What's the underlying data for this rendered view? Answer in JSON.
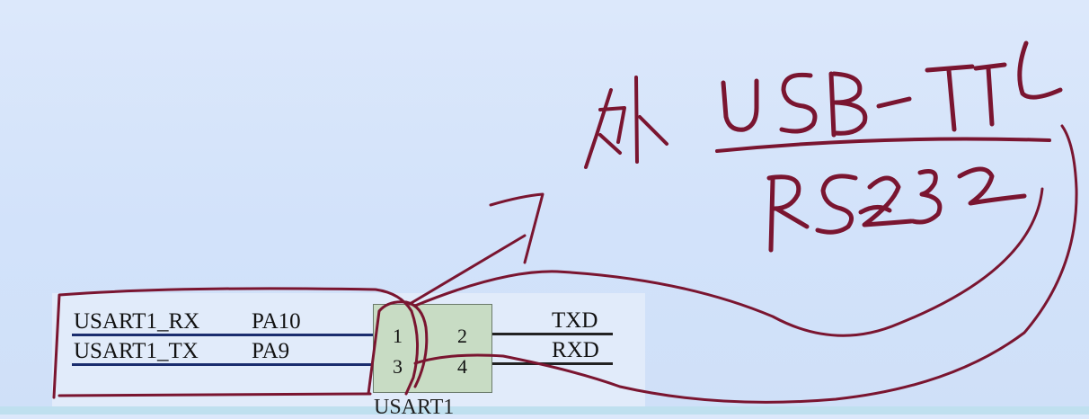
{
  "schematic": {
    "rows": [
      {
        "signal": "USART1_RX",
        "pin_name": "PA10",
        "remote": "TXD"
      },
      {
        "signal": "USART1_TX",
        "pin_name": "PA9",
        "remote": "RXD"
      }
    ],
    "connector": {
      "name": "USART1",
      "pins": [
        "1",
        "2",
        "3",
        "4"
      ]
    }
  },
  "handwriting": {
    "prefix": "外",
    "line1": "USB-TTL",
    "line2": "RS232"
  },
  "colors": {
    "ink": "#7a1530",
    "wire": "#1a2d6e",
    "connector_fill": "#c8dcc4"
  }
}
